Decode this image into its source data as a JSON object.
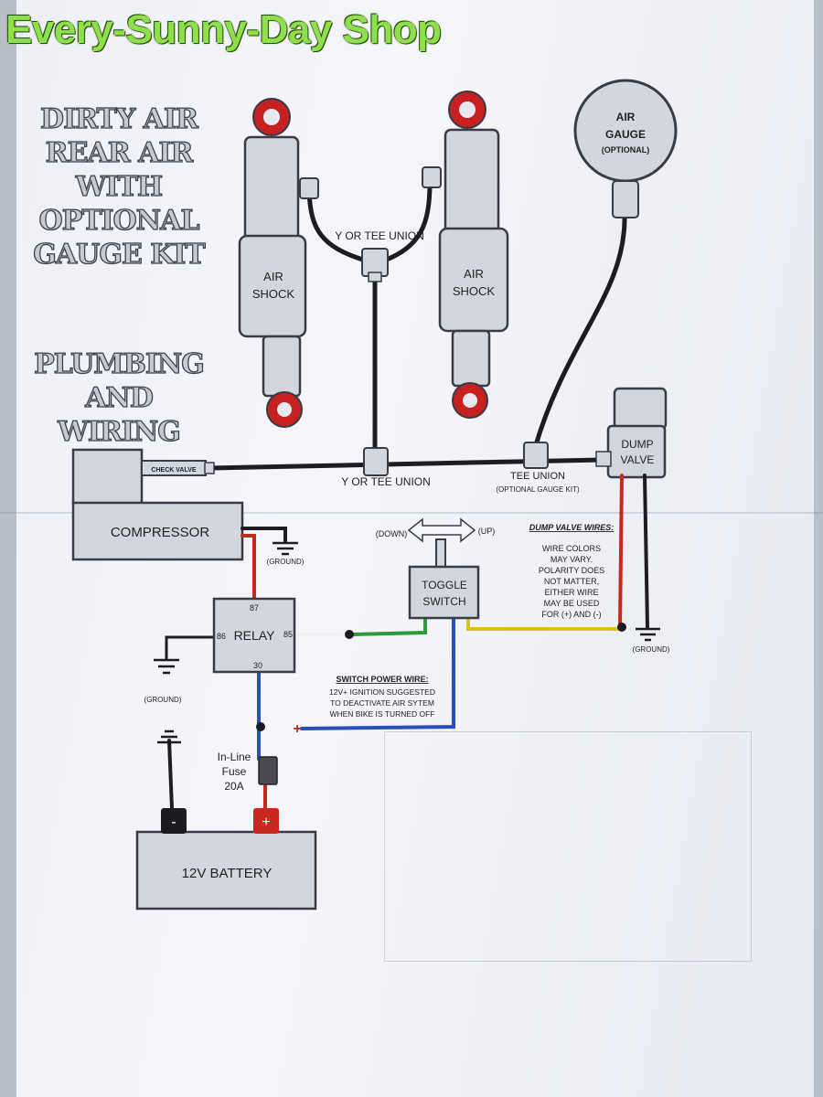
{
  "watermark": "Every-Sunny-Day Shop",
  "title": {
    "lines": [
      "DIRTY AIR",
      "REAR AIR",
      "WITH",
      "OPTIONAL",
      "GAUGE KIT"
    ],
    "sub_lines": [
      "PLUMBING",
      "AND WIRING"
    ]
  },
  "components": {
    "left_shock": "AIR\nSHOCK",
    "right_shock": "AIR\nSHOCK",
    "air_gauge": [
      "AIR",
      "GAUGE",
      "(OPTIONAL)"
    ],
    "dump_valve": [
      "DUMP",
      "VALVE"
    ],
    "compressor": "COMPRESSOR",
    "check_valve": "CHECK VALVE",
    "relay": "RELAY",
    "toggle_switch": [
      "TOGGLE",
      "SWITCH"
    ],
    "battery": "12V BATTERY",
    "fuse": [
      "In-Line",
      "Fuse",
      "20A"
    ]
  },
  "labels": {
    "y_tee_top": "Y OR TEE UNION",
    "y_tee_bottom": "Y OR TEE UNION",
    "tee_union": "TEE UNION",
    "tee_union_sub": "(OPTIONAL GAUGE KIT)",
    "down": "(DOWN)",
    "up": "(UP)",
    "ground": "(GROUND)",
    "relay_pins": {
      "p87": "87",
      "p86": "86",
      "p85": "85",
      "p30": "30"
    },
    "battery_minus": "-",
    "battery_plus": "+",
    "plus_sign": "+"
  },
  "notes": {
    "dump_valve_wires_title": "DUMP VALVE WIRES:",
    "dump_valve_wires_body": [
      "WIRE COLORS",
      "MAY VARY.",
      "POLARITY DOES",
      "NOT MATTER,",
      "EITHER WIRE",
      "MAY BE USED",
      "FOR (+) AND (-)"
    ],
    "switch_power_title": "SWITCH POWER WIRE:",
    "switch_power_body": [
      "12V+ IGNITION SUGGESTED",
      "TO DEACTIVATE AIR SYTEM",
      "WHEN BIKE IS TURNED OFF"
    ]
  },
  "colors": {
    "hose": "#1c1c22",
    "red_wire": "#c8281e",
    "blue_wire": "#2a4fb8",
    "green_wire": "#2c9a3a",
    "yellow_wire": "#d8c21e",
    "component_fill": "#d4d6de",
    "component_stroke": "#3a3b44",
    "shock_eye": "#c62020",
    "watermark": "#8ee04a"
  }
}
